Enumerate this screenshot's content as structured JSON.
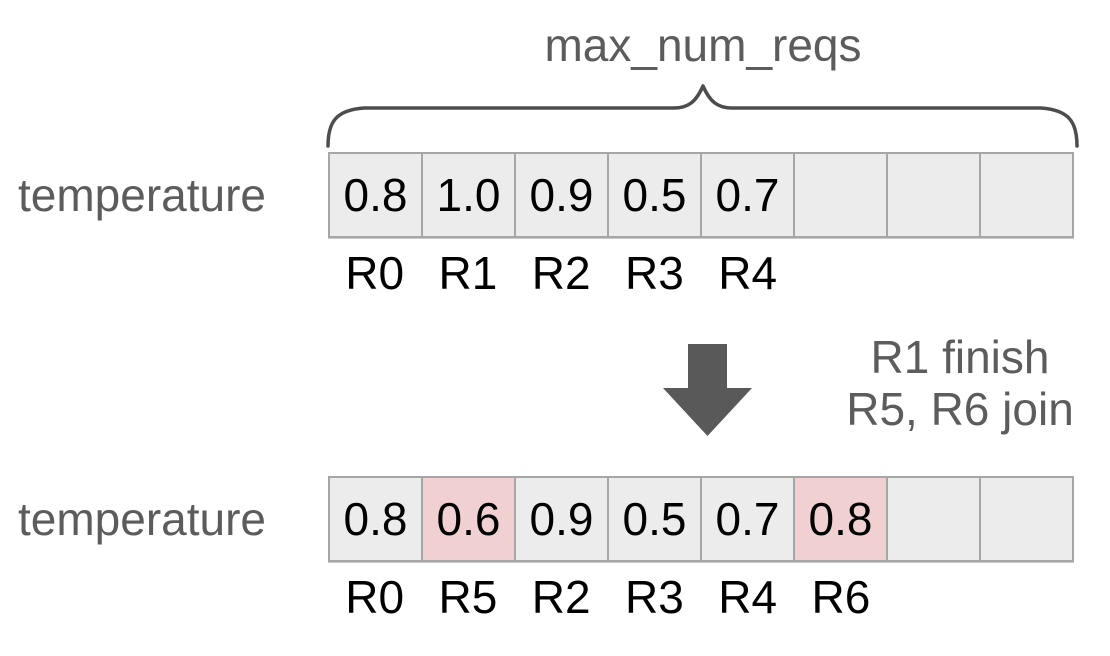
{
  "annotation": {
    "label": "max_num_reqs"
  },
  "colors": {
    "gray-text": "#5c5c5c",
    "cell-bg": "#ececec",
    "highlight-bg": "#f0d0d0",
    "border-color": "#a6a6a6",
    "brace-stroke": "#4d4d4d",
    "arrow-fill": "#595959"
  },
  "before": {
    "row_label": "temperature",
    "cells": [
      "0.8",
      "1.0",
      "0.9",
      "0.5",
      "0.7",
      "",
      "",
      ""
    ],
    "highlighted": [],
    "request_labels": [
      "R0",
      "R1",
      "R2",
      "R3",
      "R4",
      "",
      "",
      ""
    ]
  },
  "transition": {
    "arrow_icon": "down-arrow-icon",
    "lines": [
      "R1 finish",
      "R5, R6 join"
    ]
  },
  "after": {
    "row_label": "temperature",
    "cells": [
      "0.8",
      "0.6",
      "0.9",
      "0.5",
      "0.7",
      "0.8",
      "",
      ""
    ],
    "highlighted": [
      1,
      5
    ],
    "request_labels": [
      "R0",
      "R5",
      "R2",
      "R3",
      "R4",
      "R6",
      "",
      ""
    ]
  }
}
